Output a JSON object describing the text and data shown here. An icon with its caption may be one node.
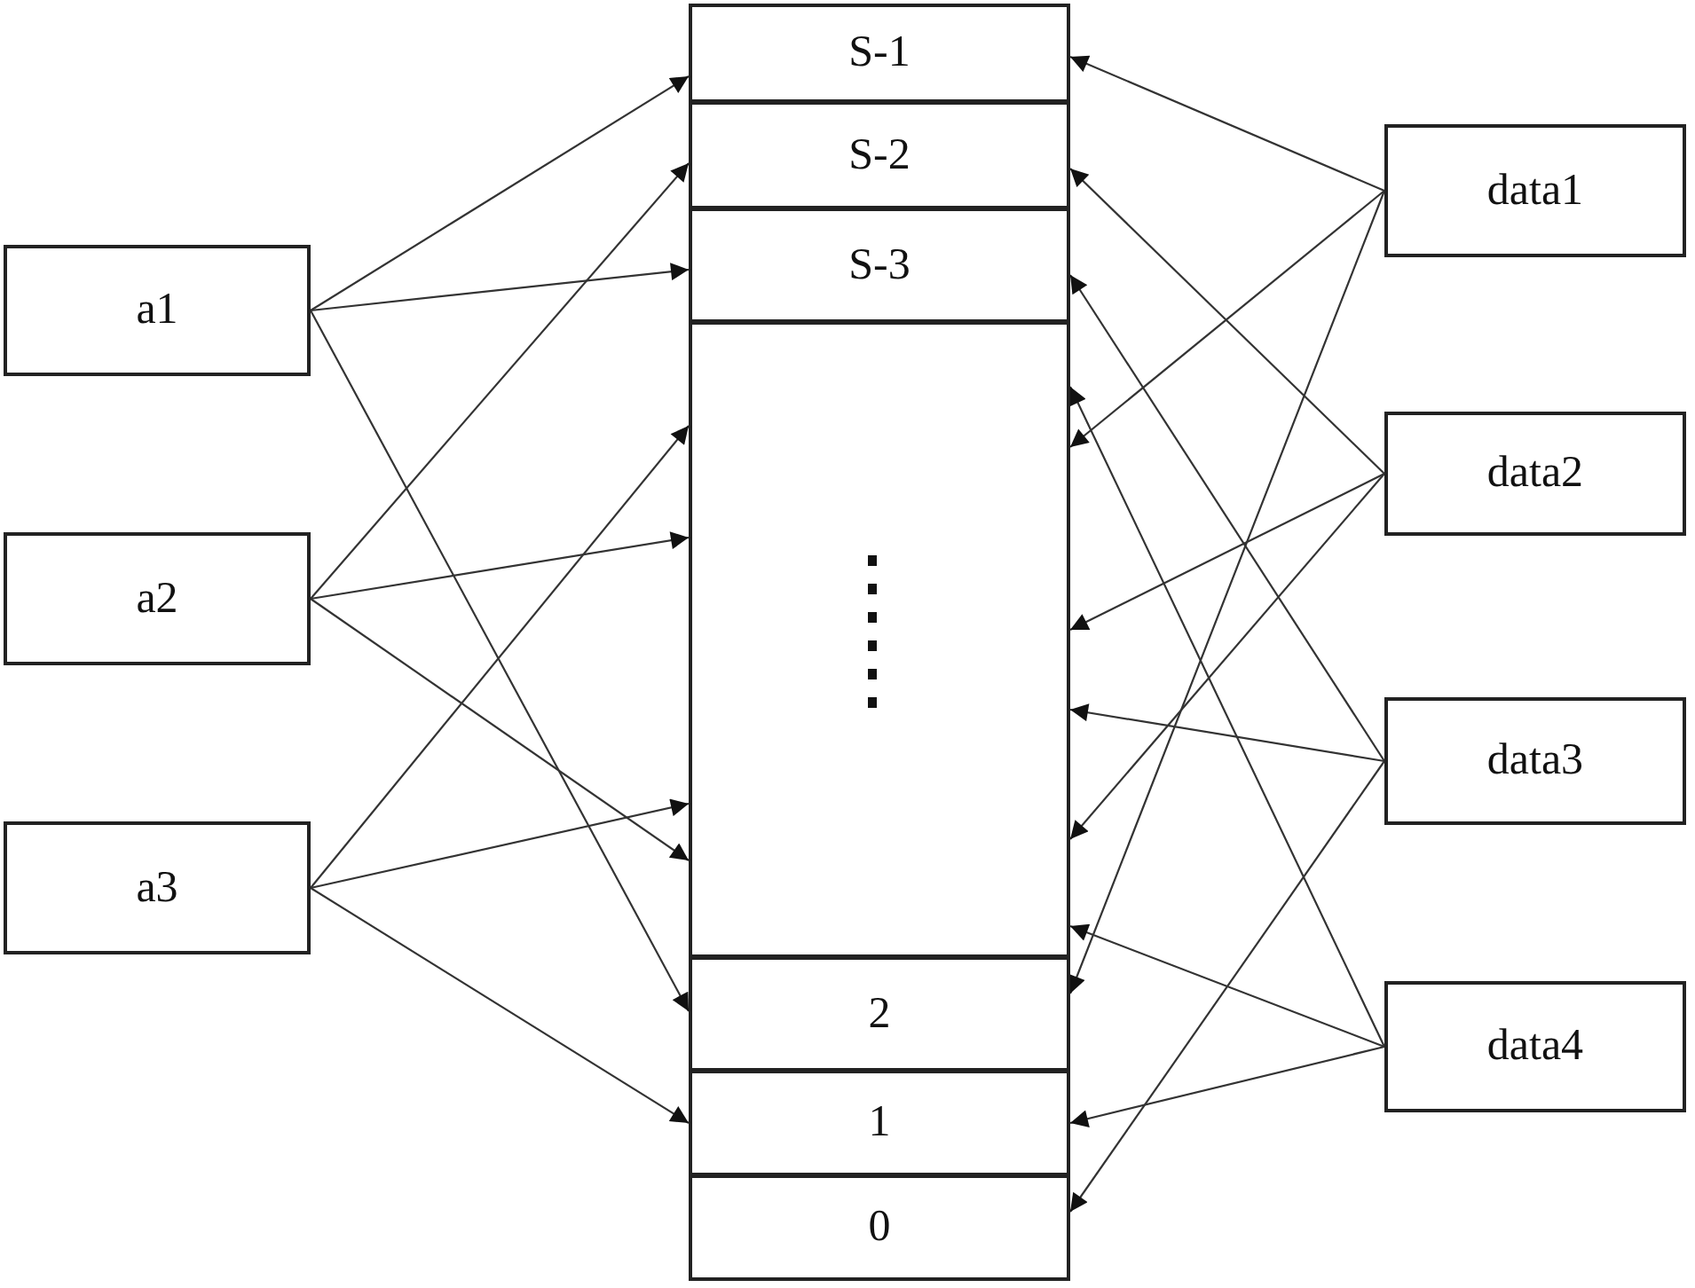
{
  "diagram": {
    "nodes": [
      {
        "text": [
          "a1"
        ]
      },
      {
        "text": [
          "a2"
        ]
      },
      {
        "text": [
          "a3"
        ]
      },
      {
        "text": [
          "S-1"
        ]
      },
      {
        "text": [
          "S-2"
        ]
      },
      {
        "text": [
          "S-3"
        ]
      },
      {
        "text": [],
        "shape": "box"
      },
      {
        "text": [
          "2"
        ]
      },
      {
        "text": [
          "1"
        ]
      },
      {
        "text": [
          "0"
        ]
      },
      {
        "text": [
          "data1"
        ]
      },
      {
        "text": [
          "data2"
        ]
      },
      {
        "text": [
          "data3"
        ]
      },
      {
        "text": [
          "data4"
        ]
      }
    ],
    "edges": [
      {
        "from": 0,
        "to": 3,
        "arrow": "to"
      },
      {
        "from": 0,
        "to": 5,
        "arrow": "to"
      },
      {
        "from": 0,
        "to": 7,
        "arrow": "to"
      },
      {
        "from": 1,
        "to": 4,
        "arrow": "to"
      },
      {
        "from": 1,
        "to": 6,
        "arrow": "to"
      },
      {
        "from": 1,
        "to": 6,
        "arrow": "to"
      },
      {
        "from": 2,
        "to": 6,
        "arrow": "to"
      },
      {
        "from": 2,
        "to": 6,
        "arrow": "to"
      },
      {
        "from": 2,
        "to": 8,
        "arrow": "to"
      },
      {
        "from": 10,
        "to": 3,
        "arrow": "to"
      },
      {
        "from": 10,
        "to": 6,
        "arrow": "to"
      },
      {
        "from": 10,
        "to": 7,
        "arrow": "to"
      },
      {
        "from": 11,
        "to": 4,
        "arrow": "to"
      },
      {
        "from": 11,
        "to": 6,
        "arrow": "to"
      },
      {
        "from": 11,
        "to": 6,
        "arrow": "to"
      },
      {
        "from": 12,
        "to": 5,
        "arrow": "to"
      },
      {
        "from": 12,
        "to": 6,
        "arrow": "to"
      },
      {
        "from": 12,
        "to": 9,
        "arrow": "to"
      },
      {
        "from": 13,
        "to": 6,
        "arrow": "to"
      },
      {
        "from": 13,
        "to": 6,
        "arrow": "to"
      },
      {
        "from": 13,
        "to": 8,
        "arrow": "to"
      }
    ]
  }
}
